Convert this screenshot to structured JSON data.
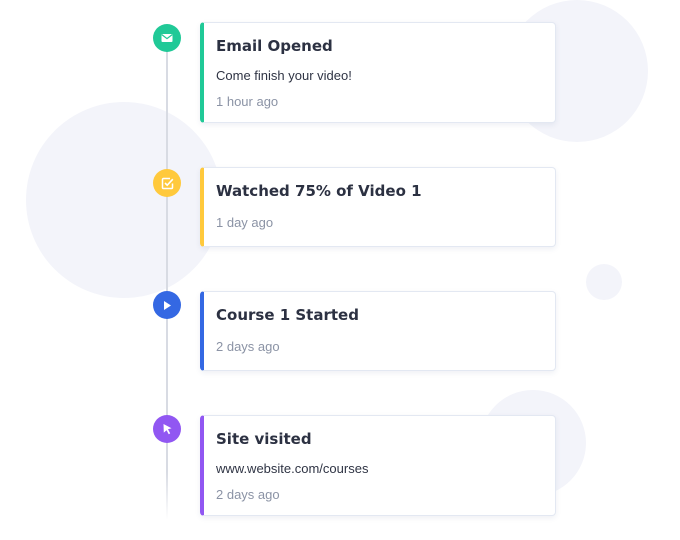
{
  "colors": {
    "email": "#20c997",
    "watched": "#ffc93c",
    "course": "#3468e3",
    "site": "#9157f2"
  },
  "events": [
    {
      "icon": "envelope-icon",
      "title": "Email Opened",
      "detail": "Come finish your video!",
      "time": "1 hour ago"
    },
    {
      "icon": "checkbox-icon",
      "title": "Watched 75% of Video 1",
      "detail": "",
      "time": "1 day ago"
    },
    {
      "icon": "play-icon",
      "title": "Course 1 Started",
      "detail": "",
      "time": "2 days ago"
    },
    {
      "icon": "cursor-icon",
      "title": "Site visited",
      "detail": "www.website.com/courses",
      "time": "2 days ago"
    }
  ]
}
